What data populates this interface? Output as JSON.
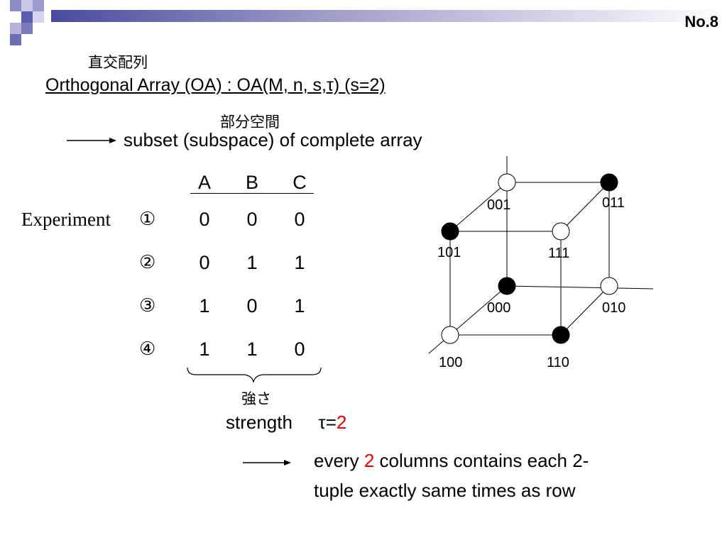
{
  "header": {
    "page_number": "No.8"
  },
  "title": {
    "japanese": "直交配列",
    "main": "Orthogonal Array (OA) : OA(M, n, s,τ)  (s=2)"
  },
  "subset": {
    "japanese": "部分空間",
    "text": "subset (subspace) of complete array"
  },
  "table": {
    "headers": [
      "A",
      "B",
      "C"
    ],
    "row_label": "Experiment",
    "rows": [
      {
        "marker": "①",
        "values": [
          "0",
          "0",
          "0"
        ]
      },
      {
        "marker": "②",
        "values": [
          "0",
          "1",
          "1"
        ]
      },
      {
        "marker": "③",
        "values": [
          "1",
          "0",
          "1"
        ]
      },
      {
        "marker": "④",
        "values": [
          "1",
          "1",
          "0"
        ]
      }
    ]
  },
  "strength": {
    "japanese": "強さ",
    "label": "strength",
    "tau": "τ=",
    "value": "2"
  },
  "conclusion": {
    "prefix": "every ",
    "number": "2",
    "line1_rest": " columns contains each 2-",
    "line2": "tuple exactly same times as row"
  },
  "cube": {
    "vertices": [
      {
        "label": "001",
        "filled": false
      },
      {
        "label": "011",
        "filled": true
      },
      {
        "label": "101",
        "filled": true
      },
      {
        "label": "111",
        "filled": false
      },
      {
        "label": "000",
        "filled": true
      },
      {
        "label": "010",
        "filled": false
      },
      {
        "label": "100",
        "filled": false
      },
      {
        "label": "110",
        "filled": true
      }
    ]
  }
}
